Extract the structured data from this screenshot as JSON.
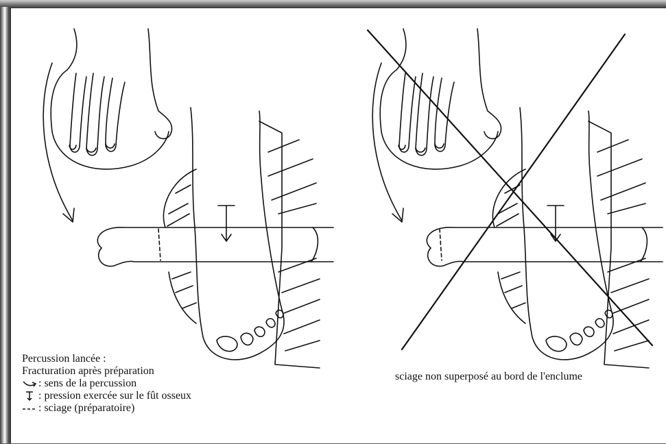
{
  "figure": {
    "left_panel": {
      "caption_lines": [
        "Percussion lancée :",
        "Fracturation après préparation"
      ],
      "legend": [
        {
          "icon": "curved-arrow-icon",
          "text": ": sens de la percussion"
        },
        {
          "icon": "pressure-arrow-icon",
          "text": ": pression exercée sur le fût osseux"
        },
        {
          "icon": "dashed-line-icon",
          "text": ": sciage (préparatoire)"
        }
      ]
    },
    "right_panel": {
      "caption": "sciage non superposé au bord de l'enclume"
    }
  },
  "colors": {
    "ink": "#111111",
    "paper": "#ffffff",
    "frame": "#5a5a5a"
  }
}
